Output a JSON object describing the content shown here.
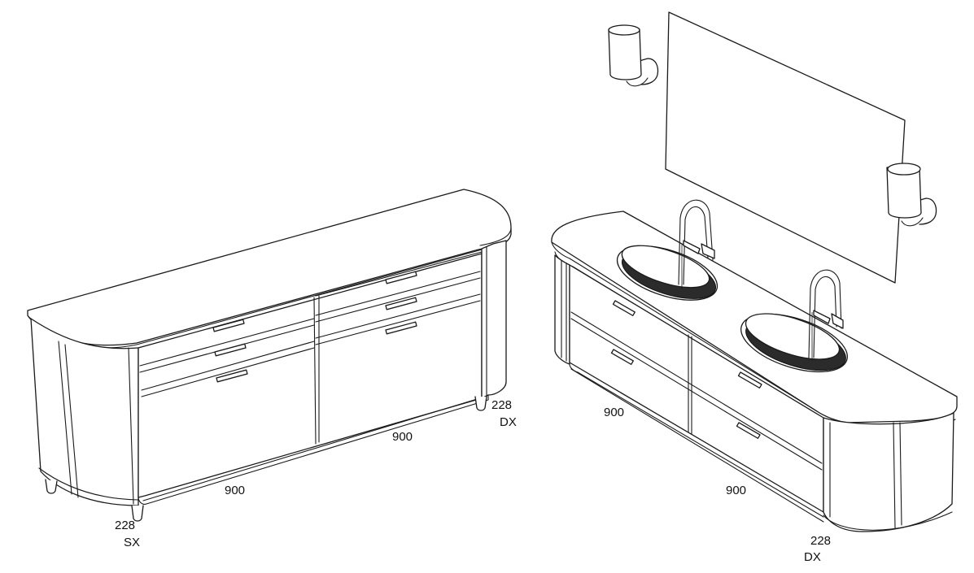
{
  "left_unit": {
    "left_end_width": "228",
    "left_end_side": "SX",
    "module_1_width": "900",
    "module_2_width": "900",
    "right_end_width": "228",
    "right_end_side": "DX"
  },
  "right_unit": {
    "module_1_width": "900",
    "module_2_width": "900",
    "right_end_width": "228",
    "right_end_side": "DX"
  }
}
